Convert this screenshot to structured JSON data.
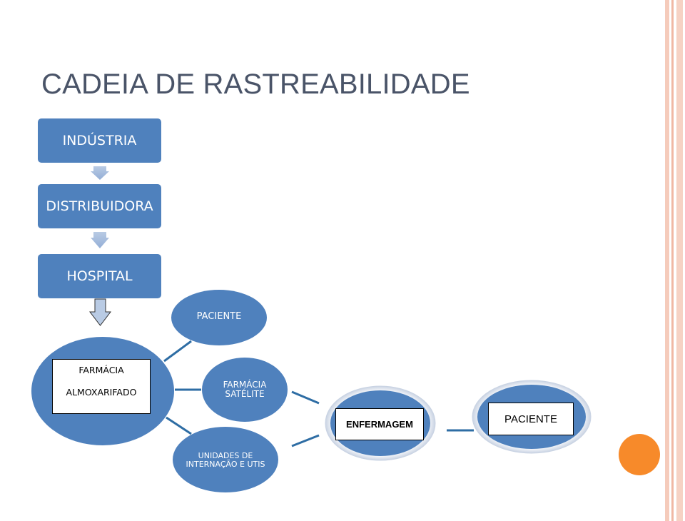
{
  "slide": {
    "title": "CADEIA DE RASTREABILIDADE"
  },
  "flow": {
    "industria": "INDÚSTRIA",
    "distribuidora": "DISTRIBUIDORA",
    "hospital": "HOSPITAL"
  },
  "hub": {
    "line1": "FARMÁCIA",
    "line2": "ALMOXARIFADO"
  },
  "branches": {
    "paciente": "PACIENTE",
    "farmacia_satelite_line1": "FARMÁCIA",
    "farmacia_satelite_line2": "SATÉLITE",
    "unidades_line1": "UNIDADES DE",
    "unidades_line2": "INTERNAÇÃO E UTIS"
  },
  "chain": {
    "enfermagem": "ENFERMAGEM",
    "paciente_final": "PACIENTE"
  },
  "colors": {
    "node_fill": "#4f81bd",
    "connector": "#2e6da4",
    "accent_circle": "#f78a2a",
    "stripe": "#f4c9b7"
  }
}
